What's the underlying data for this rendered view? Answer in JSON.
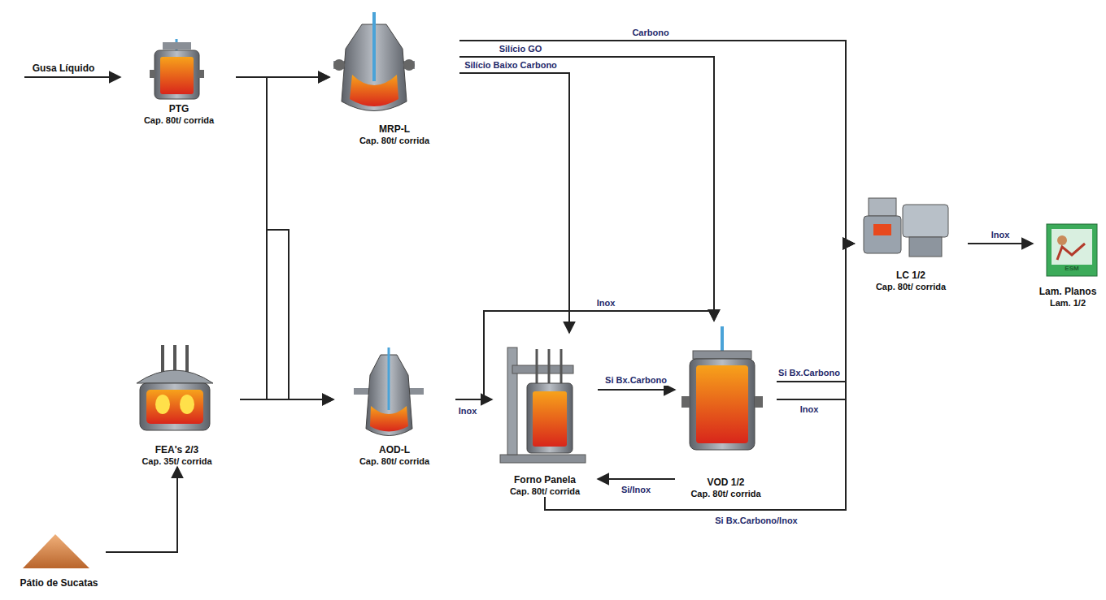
{
  "diagram": {
    "nodes": [
      {
        "text": [
          "PTG",
          "Cap. 80t/ corrida"
        ]
      },
      {
        "text": [
          "MRP-L",
          "Cap. 80t/ corrida"
        ]
      },
      {
        "text": [
          "FEA's 2/3",
          "Cap. 35t/ corrida"
        ]
      },
      {
        "text": [
          "AOD-L",
          "Cap. 80t/ corrida"
        ]
      },
      {
        "text": [
          "Forno Panela",
          "Cap. 80t/ corrida"
        ]
      },
      {
        "text": [
          "VOD 1/2",
          "Cap. 80t/ corrida"
        ]
      },
      {
        "text": [
          "LC 1/2",
          "Cap. 80t/ corrida"
        ]
      },
      {
        "text": [
          "Lam. Planos",
          "Lam. 1/2"
        ]
      },
      {
        "text": [
          "Pátio de Sucatas"
        ]
      }
    ],
    "edges": [
      {
        "from": 0,
        "to": 1,
        "arrow": "to"
      },
      {
        "from": 0,
        "to": 3,
        "arrow": "to"
      },
      {
        "from": 2,
        "to": 1,
        "arrow": "to"
      },
      {
        "from": 2,
        "to": 3,
        "arrow": "to"
      },
      {
        "from": 1,
        "to": 6,
        "label": "Carbono",
        "arrow": "to"
      },
      {
        "from": 1,
        "to": 5,
        "label": "Silício GO",
        "arrow": "to"
      },
      {
        "from": 1,
        "to": 4,
        "label": "Silício Baixo Carbono",
        "arrow": "to"
      },
      {
        "from": 3,
        "to": 4,
        "label": "Inox",
        "arrow": "to"
      },
      {
        "from": 3,
        "to": 5,
        "label": "Inox",
        "arrow": "to"
      },
      {
        "from": 4,
        "to": 5,
        "label": "Si Bx.Carbono",
        "arrow": "to"
      },
      {
        "from": 5,
        "to": 4,
        "label": "Si/Inox",
        "arrow": "to"
      },
      {
        "from": 5,
        "to": 6,
        "label": "Si Bx.Carbono",
        "arrow": "to"
      },
      {
        "from": 5,
        "to": 6,
        "label": "Inox",
        "arrow": "to"
      },
      {
        "from": 4,
        "to": 6,
        "label": "Si Bx.Carbono/Inox",
        "arrow": "to"
      },
      {
        "from": 6,
        "to": 7,
        "label": "Inox",
        "arrow": "to"
      },
      {
        "from": 8,
        "to": 2,
        "arrow": "to"
      }
    ],
    "labels": [
      "Gusa Líquido",
      "ESM"
    ]
  }
}
